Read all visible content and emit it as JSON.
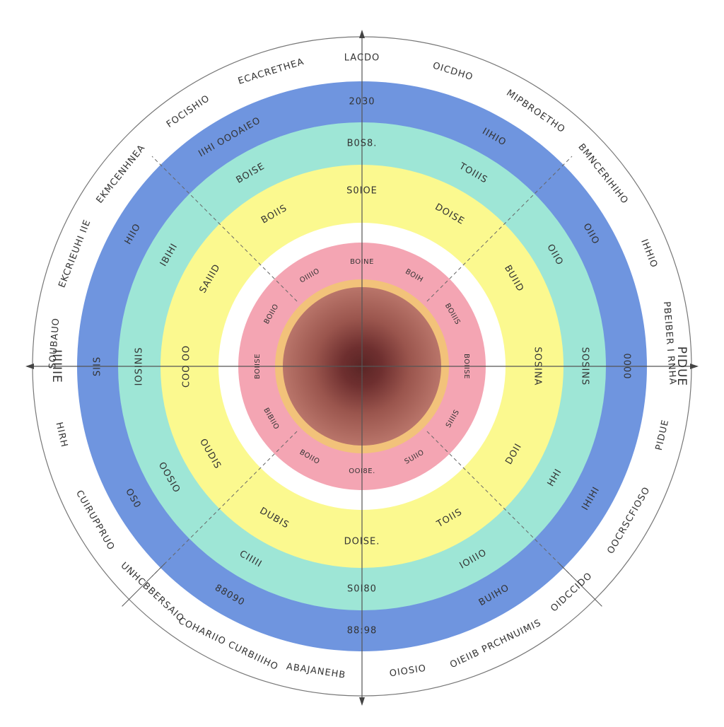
{
  "colors": {
    "outer_band": "#6f95df",
    "teal_band": "#9ee6d6",
    "yellow_band": "#fbf98f",
    "white_gap": "#ffffff",
    "pink_band": "#f4a5b3",
    "gold_ring": "#f2c27a",
    "core_outer": "#b76f63",
    "core_inner": "#6e2f2f"
  },
  "outer_ring": {
    "labels": [
      "LACDO",
      "OICDHO",
      "MIPBROETHO",
      "BMNCERIHIHO",
      "IHHIO",
      "PBEIBER I RNHA",
      "PIDUE",
      "OOCRSCFIOSO",
      "OIDCCIDO",
      "OIEIIB PRCHNUIMIS",
      "OIOSIO",
      "ABAJANEHB",
      "COHARIIO CURBIIIHO",
      "UNHCBBERSAIO",
      "CUIRUPPRUO",
      "HIRH",
      "SOUBAUO",
      "EKCRIEUHI IIE",
      "EKMCENHNEA",
      "FOCISHIO",
      "ECACRETHEA"
    ]
  },
  "outer_band": {
    "labels": [
      "2030",
      "IIHIO",
      "OIIO",
      "0000",
      "IHIHI",
      "BUIHO",
      "88:98",
      "88090",
      "OS0",
      "SIIS",
      "HIIO",
      "IIHI OOOAIEO"
    ]
  },
  "teal_band": {
    "labels": [
      "B0S8.",
      "TOIIIS",
      "OIIO",
      "SOSINS",
      "HHI",
      "IOIIIO",
      "S0I80",
      "CIIIII",
      "OOSIO",
      "IOSINIS",
      "IBIHI",
      "BOISE"
    ]
  },
  "yellow_band": {
    "labels": [
      "S0IOE",
      "DOISE",
      "BUIID",
      "SOSINA",
      "DOII",
      "TOIIS",
      "DOISE.",
      "DUBIS",
      "OUDIS",
      "COO OO",
      "SAIIID",
      "BOIIS"
    ]
  },
  "pink_band": {
    "labels": [
      "BOINE",
      "BOIH",
      "BOIIIS",
      "BOIISE",
      "SIIIIS",
      "SUIIO",
      "OOI8E.",
      "BOIIO",
      "BIBIIO",
      "BOIISE",
      "BOIIO",
      "OIIIIO"
    ]
  },
  "axes": {
    "left_label": "IIIIIIE",
    "right_label": "PIDUE"
  }
}
